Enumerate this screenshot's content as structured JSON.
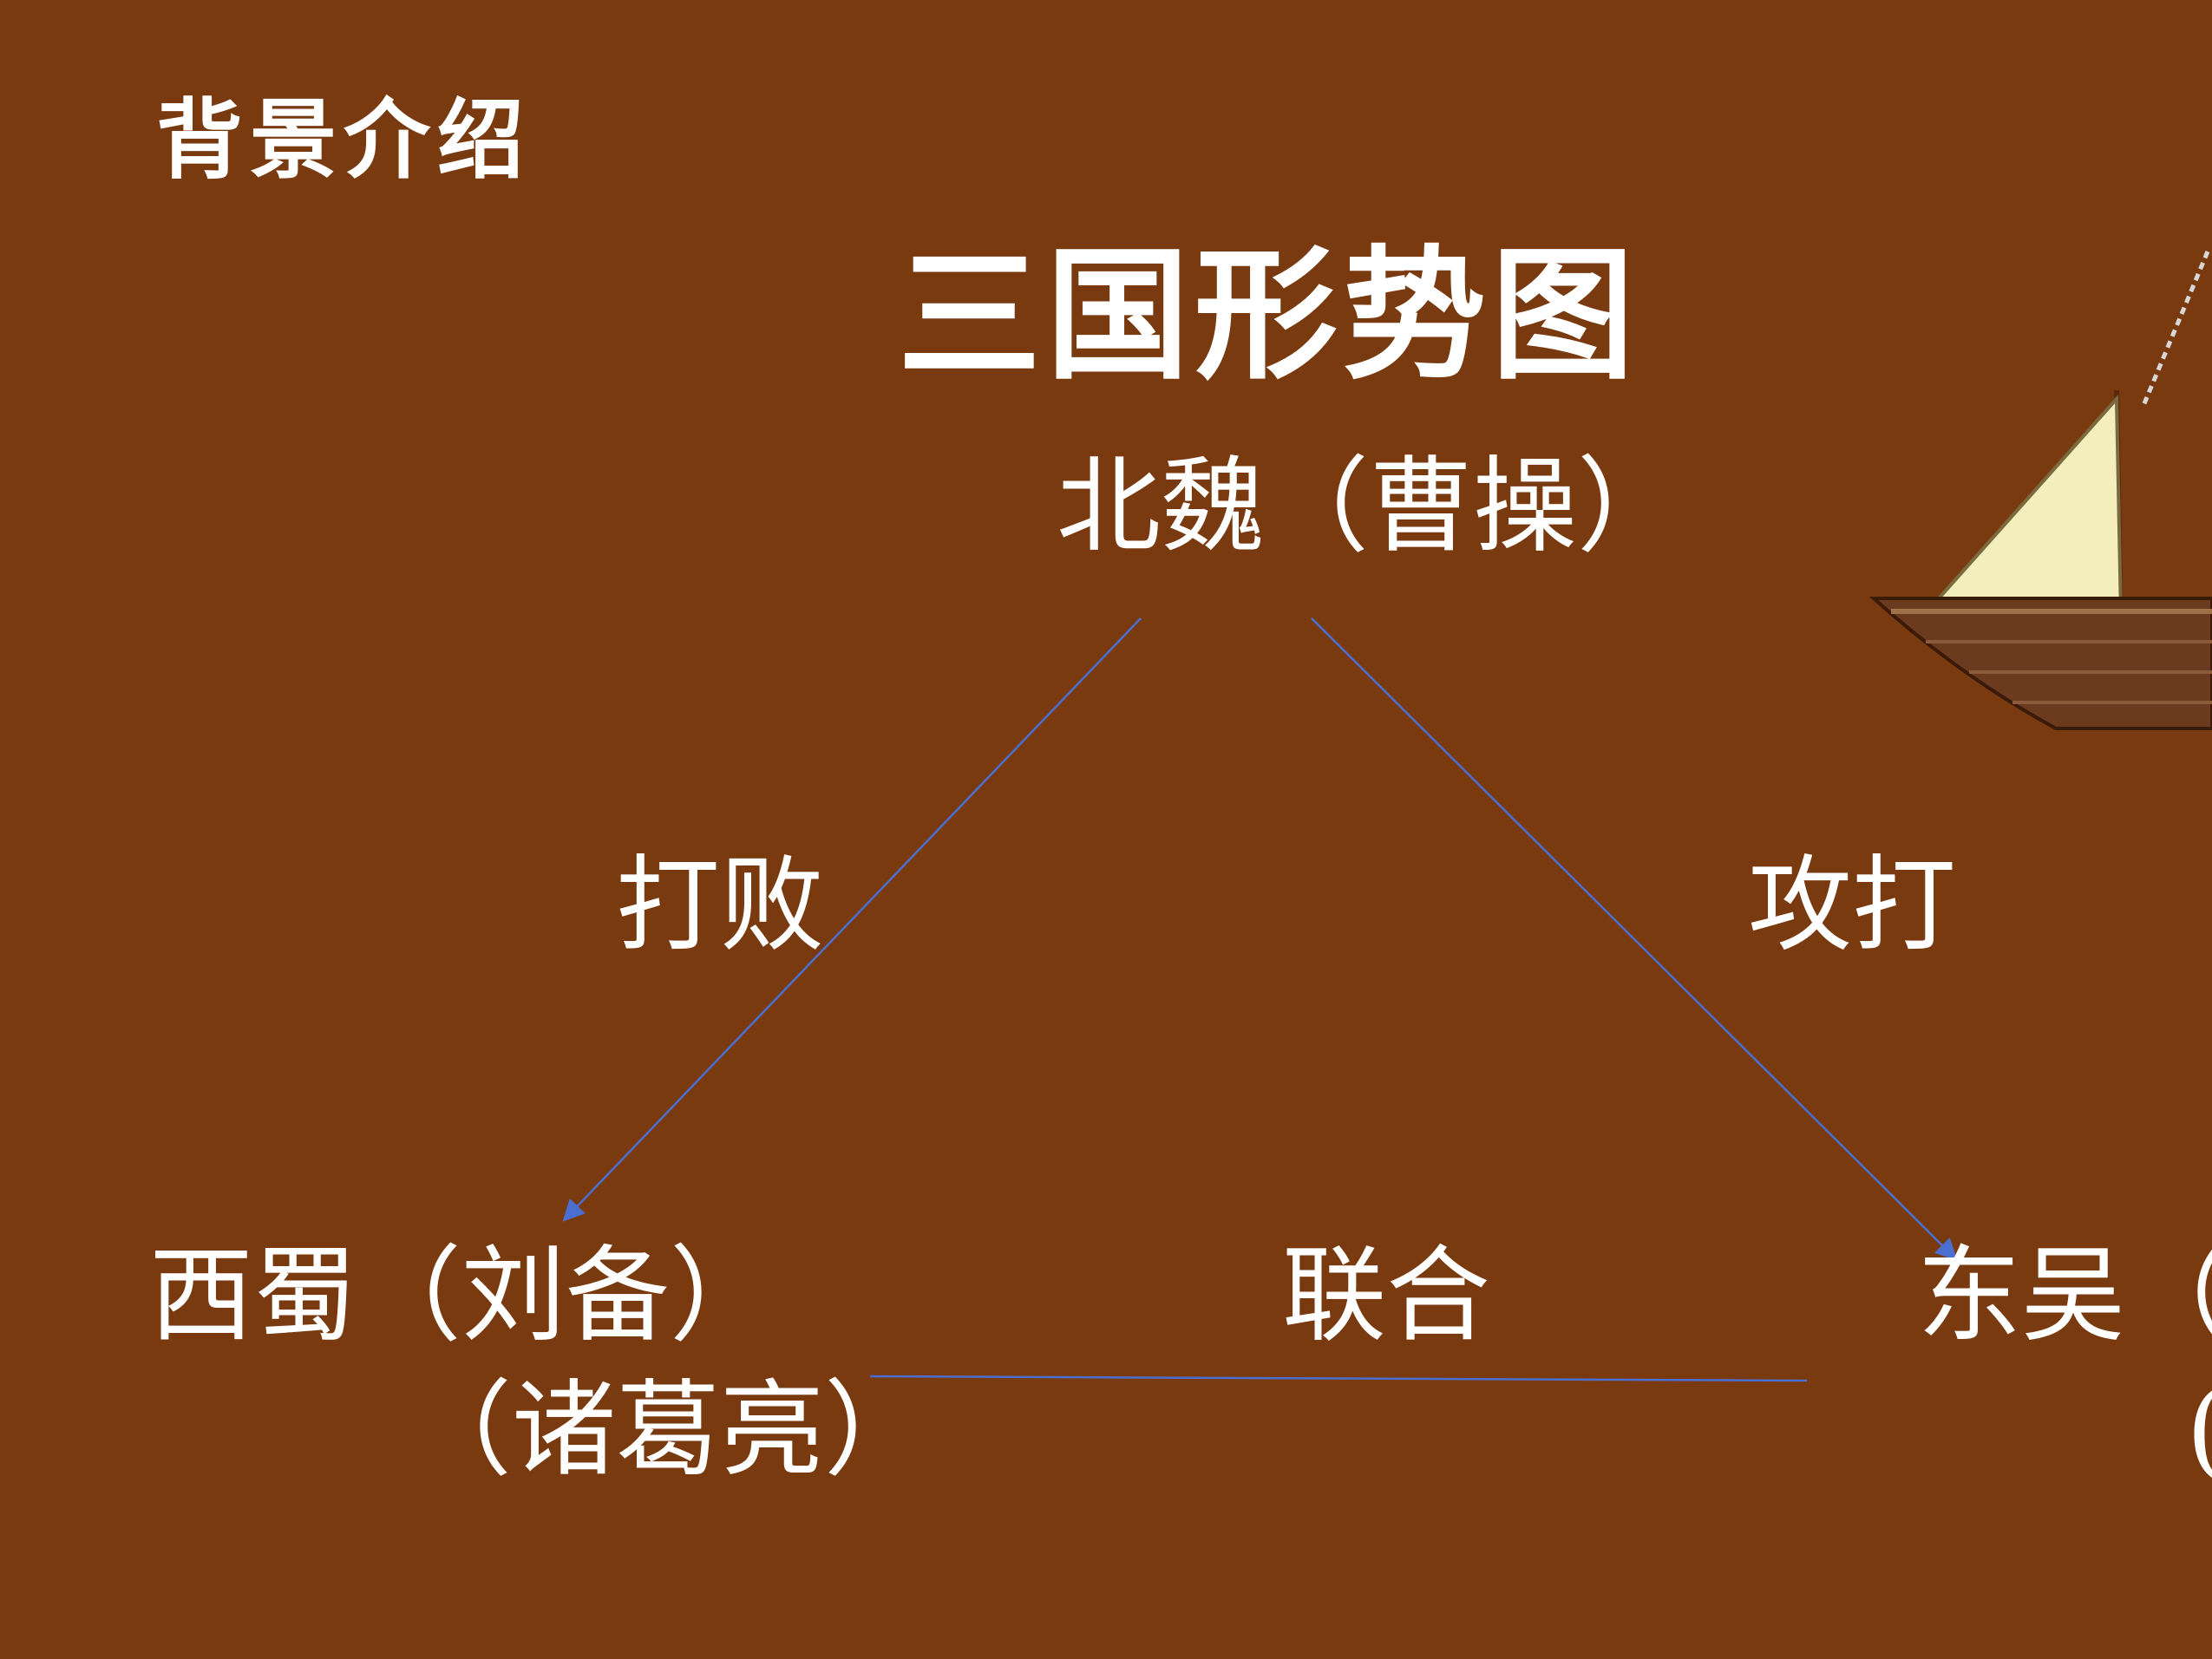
{
  "slide": {
    "section_heading": "背景介绍",
    "title": "三国形势图"
  },
  "nodes": {
    "north": "北魏（曹操）",
    "west_line1": "西蜀（刘备）",
    "west_line2": "（诸葛亮）",
    "east_line1": "东吴（",
    "east_line2": "("
  },
  "edges": {
    "north_to_west": "打败",
    "north_to_east": "攻打",
    "west_east": "联合"
  },
  "colors": {
    "background": "#7a3a10",
    "text": "#ffffff",
    "line": "#4a6fd0"
  },
  "decoration": {
    "icon": "sailing-ship-icon"
  }
}
